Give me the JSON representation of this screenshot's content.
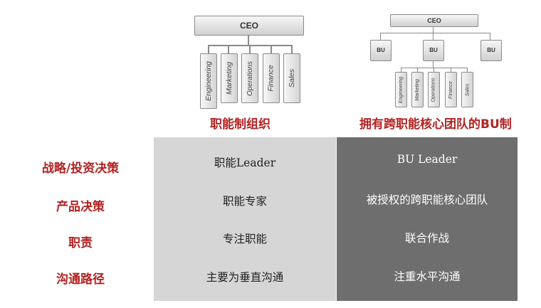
{
  "functional_chart": {
    "ceo": "CEO",
    "departments": [
      "Engineering",
      "Marketing",
      "Operations",
      "Finance",
      "Sales"
    ],
    "title": "职能制组织"
  },
  "bu_chart": {
    "ceo": "CEO",
    "units": [
      "BU",
      "BU",
      "BU"
    ],
    "departments": [
      "Engineering",
      "Marketing",
      "Operations",
      "Finance",
      "Sales"
    ],
    "title": "拥有跨职能核心团队的BU制"
  },
  "comparison": {
    "rows": [
      {
        "label": "战略/投资决策",
        "functional": "职能Leader",
        "bu": "BU Leader"
      },
      {
        "label": "产品决策",
        "functional": "职能专家",
        "bu": "被授权的跨职能核心团队"
      },
      {
        "label": "职责",
        "functional": "专注职能",
        "bu": "联合作战"
      },
      {
        "label": "沟通路径",
        "functional": "主要为垂直沟通",
        "bu": "注重水平沟通"
      }
    ]
  }
}
